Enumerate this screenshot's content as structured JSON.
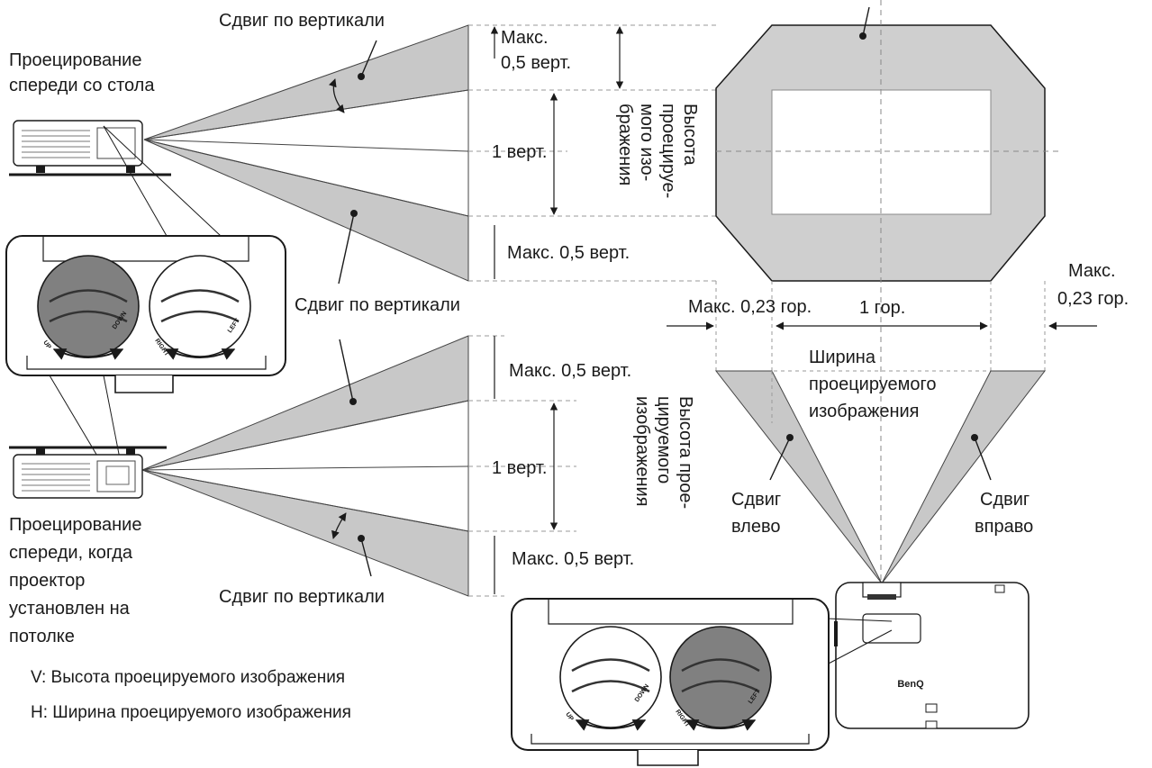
{
  "labels": {
    "shift_vertical_top": "Сдвиг по вертикали",
    "table_projection_line1": "Проецирование",
    "table_projection_line2": "спереди со стола",
    "max_05_vert_top_line1": "Макс.",
    "max_05_vert_top_line2": "0,5 верт.",
    "one_vert_top": "1 верт.",
    "image_height_top": [
      "Высота",
      "проецируе-",
      "мого изо-",
      "бражения"
    ],
    "max_05_vert_mid": "Макс. 0,5 верт.",
    "shift_vertical_middle": "Сдвиг по вертикали",
    "max_023_hor_left": "Макс. 0,23 гор.",
    "one_hor": "1 гор.",
    "max_023_hor_right_line1": "Макс.",
    "max_023_hor_right_line2": "0,23 гор.",
    "image_width": [
      "Ширина",
      "проецируемого",
      "изображения"
    ],
    "shift_left_line1": "Сдвиг",
    "shift_left_line2": "влево",
    "shift_right_line1": "Сдвиг",
    "shift_right_line2": "вправо",
    "max_05_vert_lower_top": "Макс. 0,5 верт.",
    "one_vert_bottom": "1 верт.",
    "image_height_bottom": [
      "Высота прое-",
      "цируемого",
      "изображения"
    ],
    "max_05_vert_lower_bottom": "Макс. 0,5 верт.",
    "shift_vertical_bottom": "Сдвиг по вертикали",
    "ceiling_projection": [
      "Проецирование",
      "спереди, когда",
      "проектор",
      "установлен на",
      "потолке"
    ],
    "legend_v": "V: Высота проецируемого изображения",
    "legend_h": "H: Ширина проецируемого изображения"
  },
  "knobs": {
    "up": "UP",
    "down": "DOWN",
    "right": "RIGHT",
    "left": "LEFT"
  },
  "brand": "BenQ",
  "colors": {
    "beam_fill": "#c8c8c8",
    "octagon_fill": "#cfcfcf",
    "knob_active": "#808080",
    "line": "#1a1a1a",
    "dashed": "#9a9a9a"
  }
}
